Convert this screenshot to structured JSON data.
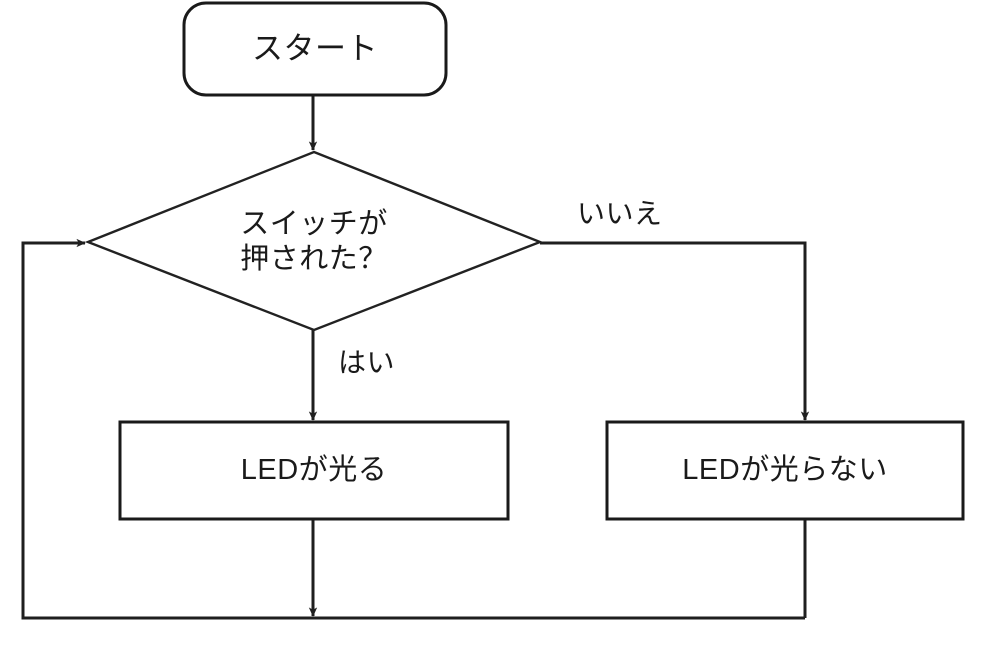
{
  "diagram": {
    "type": "flowchart",
    "language": "ja",
    "background_color": "#ffffff",
    "line_color": "#1f1f1f",
    "text_color": "#1a1a1a",
    "nodes": [
      {
        "id": "start",
        "shape": "rounded-rectangle",
        "label": "スタート",
        "role": "terminator"
      },
      {
        "id": "decision",
        "shape": "diamond",
        "label": "スイッチが\n押された？",
        "role": "decision"
      },
      {
        "id": "led-on",
        "shape": "rectangle",
        "label": "LEDが光る",
        "role": "process"
      },
      {
        "id": "led-off",
        "shape": "rectangle",
        "label": "LEDが光らない",
        "role": "process"
      }
    ],
    "edges": [
      {
        "id": "start-to-decision",
        "from": "start",
        "to": "decision",
        "label": ""
      },
      {
        "id": "decision-yes",
        "from": "decision",
        "to": "led-on",
        "label": "はい"
      },
      {
        "id": "decision-no",
        "from": "decision",
        "to": "led-off",
        "label": "いいえ"
      },
      {
        "id": "led-on-to-merge",
        "from": "led-on",
        "to": "merge",
        "label": ""
      },
      {
        "id": "led-off-to-merge",
        "from": "led-off",
        "to": "merge",
        "label": ""
      },
      {
        "id": "merge-to-decision-loop",
        "from": "merge",
        "to": "decision",
        "label": ""
      }
    ]
  }
}
